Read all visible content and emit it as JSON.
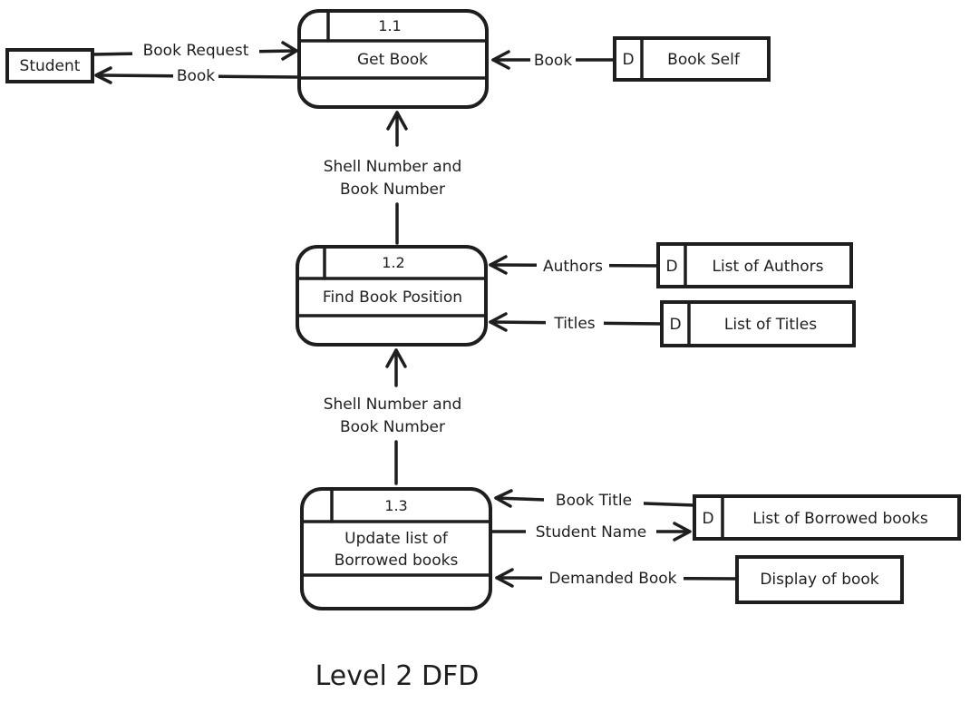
{
  "processes": [
    {
      "id": "1.1",
      "name": "Get Book"
    },
    {
      "id": "1.2",
      "name": "Find Book Position"
    },
    {
      "id": "1.3",
      "name_line1": "Update list of",
      "name_line2": "Borrowed books"
    }
  ],
  "external_entities": {
    "student": "Student",
    "display": "Display of book"
  },
  "data_stores": [
    {
      "marker": "D",
      "name": "Book Self"
    },
    {
      "marker": "D",
      "name": "List of Authors"
    },
    {
      "marker": "D",
      "name": "List of Titles"
    },
    {
      "marker": "D",
      "name": "List of Borrowed books"
    }
  ],
  "flows": {
    "book_request": "Book Request",
    "book_to_student": "Book",
    "book_from_shelf": "Book",
    "shelf_book_number_1_line1": "Shell Number and",
    "shelf_book_number_1_line2": "Book Number",
    "authors": "Authors",
    "titles": "Titles",
    "shelf_book_number_2_line1": "Shell Number and",
    "shelf_book_number_2_line2": "Book Number",
    "book_title": "Book Title",
    "student_name": "Student Name",
    "demanded_book": "Demanded Book"
  },
  "diagram_title": "Level 2 DFD"
}
